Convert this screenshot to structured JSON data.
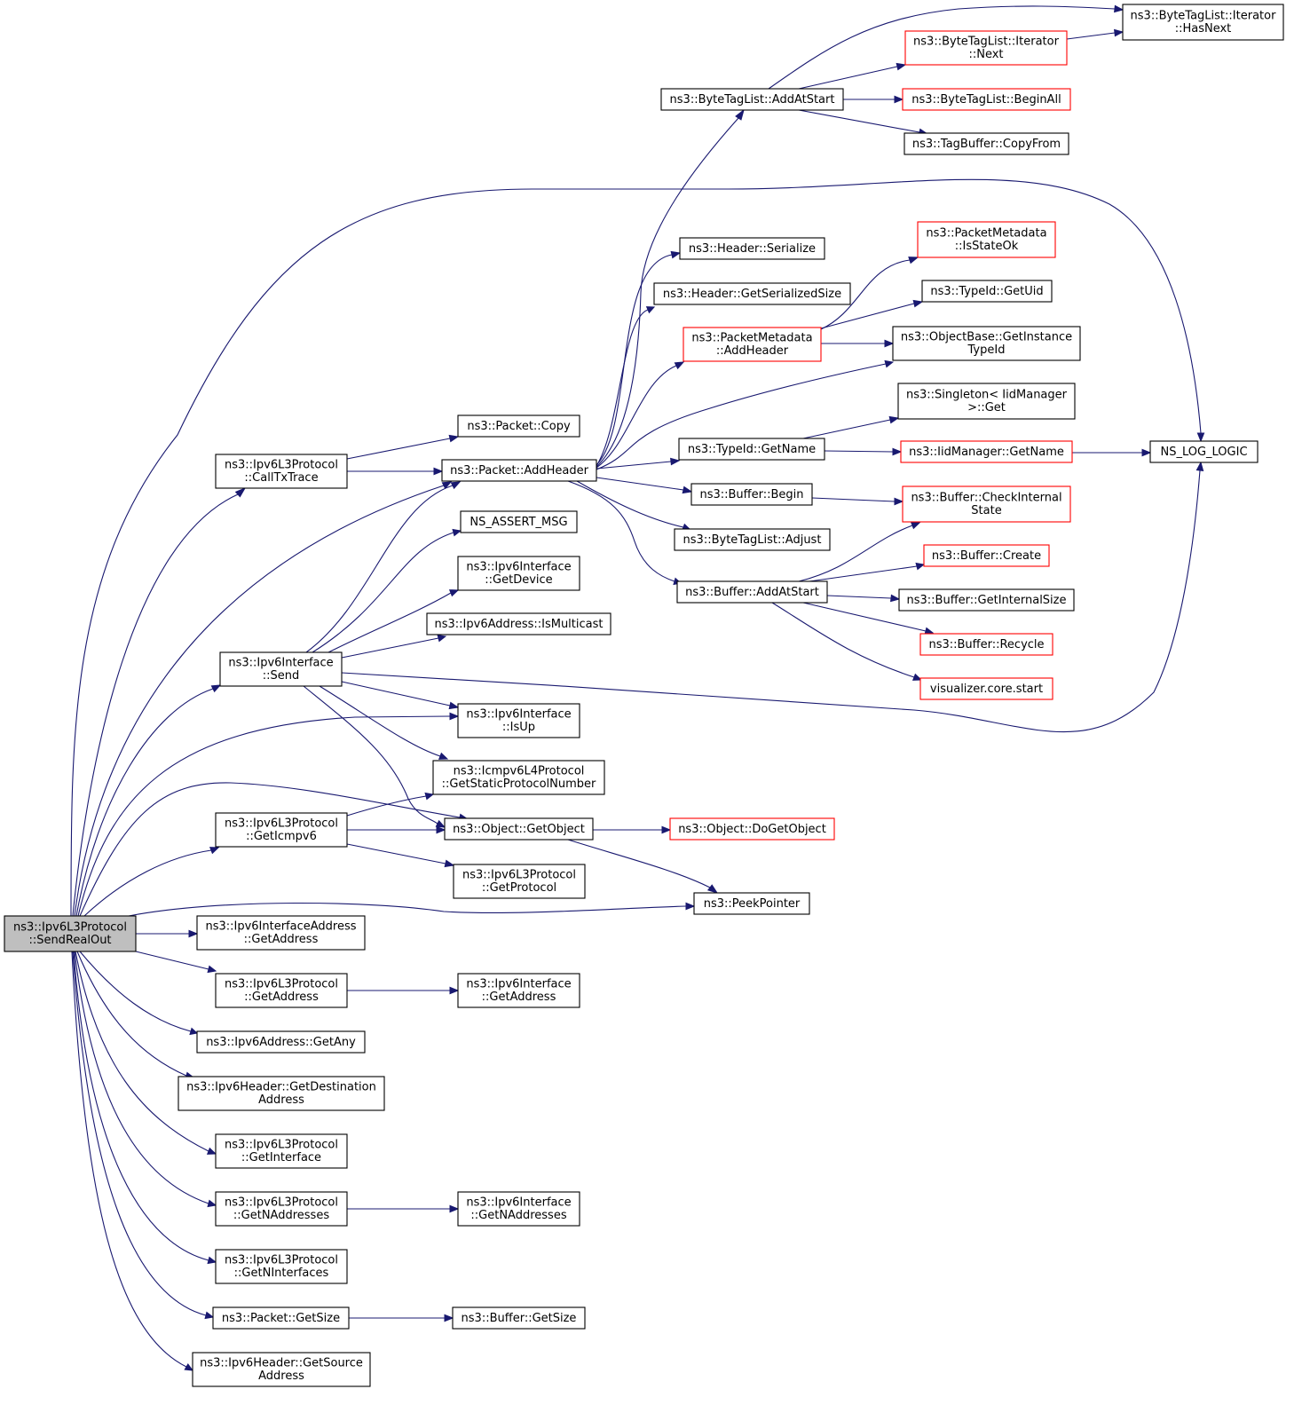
{
  "diagram": {
    "nodes": [
      {
        "id": "root",
        "lines": [
          "ns3::Ipv6L3Protocol",
          "::SendRealOut"
        ],
        "style": "root"
      },
      {
        "id": "callTxTrace",
        "lines": [
          "ns3::Ipv6L3Protocol",
          "::CallTxTrace"
        ],
        "style": "normal"
      },
      {
        "id": "ifSend",
        "lines": [
          "ns3::Ipv6Interface",
          "::Send"
        ],
        "style": "normal"
      },
      {
        "id": "getIcmpv6",
        "lines": [
          "ns3::Ipv6L3Protocol",
          "::GetIcmpv6"
        ],
        "style": "normal"
      },
      {
        "id": "ifAddrGetAddress",
        "lines": [
          "ns3::Ipv6InterfaceAddress",
          "::GetAddress"
        ],
        "style": "normal"
      },
      {
        "id": "l3GetAddress",
        "lines": [
          "ns3::Ipv6L3Protocol",
          "::GetAddress"
        ],
        "style": "normal"
      },
      {
        "id": "getAny",
        "lines": [
          "ns3::Ipv6Address::GetAny"
        ],
        "style": "normal"
      },
      {
        "id": "getDest",
        "lines": [
          "ns3::Ipv6Header::GetDestination",
          "Address"
        ],
        "style": "normal"
      },
      {
        "id": "getInterface",
        "lines": [
          "ns3::Ipv6L3Protocol",
          "::GetInterface"
        ],
        "style": "normal"
      },
      {
        "id": "l3GetNAddr",
        "lines": [
          "ns3::Ipv6L3Protocol",
          "::GetNAddresses"
        ],
        "style": "normal"
      },
      {
        "id": "getNIf",
        "lines": [
          "ns3::Ipv6L3Protocol",
          "::GetNInterfaces"
        ],
        "style": "normal"
      },
      {
        "id": "pktGetSize",
        "lines": [
          "ns3::Packet::GetSize"
        ],
        "style": "normal"
      },
      {
        "id": "getSrc",
        "lines": [
          "ns3::Ipv6Header::GetSource",
          "Address"
        ],
        "style": "normal"
      },
      {
        "id": "pktCopy",
        "lines": [
          "ns3::Packet::Copy"
        ],
        "style": "normal"
      },
      {
        "id": "addHeader",
        "lines": [
          "ns3::Packet::AddHeader"
        ],
        "style": "normal"
      },
      {
        "id": "assertMsg",
        "lines": [
          "NS_ASSERT_MSG"
        ],
        "style": "normal"
      },
      {
        "id": "ifGetDevice",
        "lines": [
          "ns3::Ipv6Interface",
          "::GetDevice"
        ],
        "style": "normal"
      },
      {
        "id": "isMulticast",
        "lines": [
          "ns3::Ipv6Address::IsMulticast"
        ],
        "style": "normal"
      },
      {
        "id": "ifIsUp",
        "lines": [
          "ns3::Ipv6Interface",
          "::IsUp"
        ],
        "style": "normal"
      },
      {
        "id": "icmpProto",
        "lines": [
          "ns3::Icmpv6L4Protocol",
          "::GetStaticProtocolNumber"
        ],
        "style": "normal"
      },
      {
        "id": "getObject",
        "lines": [
          "ns3::Object::GetObject"
        ],
        "style": "normal"
      },
      {
        "id": "getProtocol",
        "lines": [
          "ns3::Ipv6L3Protocol",
          "::GetProtocol"
        ],
        "style": "normal"
      },
      {
        "id": "ifGetAddress",
        "lines": [
          "ns3::Ipv6Interface",
          "::GetAddress"
        ],
        "style": "normal"
      },
      {
        "id": "ifGetNAddr",
        "lines": [
          "ns3::Ipv6Interface",
          "::GetNAddresses"
        ],
        "style": "normal"
      },
      {
        "id": "bufGetSize",
        "lines": [
          "ns3::Buffer::GetSize"
        ],
        "style": "normal"
      },
      {
        "id": "btlAddAtStart",
        "lines": [
          "ns3::ByteTagList::AddAtStart"
        ],
        "style": "normal"
      },
      {
        "id": "hdrSerialize",
        "lines": [
          "ns3::Header::Serialize"
        ],
        "style": "normal"
      },
      {
        "id": "hdrGetSerSize",
        "lines": [
          "ns3::Header::GetSerializedSize"
        ],
        "style": "normal"
      },
      {
        "id": "pmAddHeader",
        "lines": [
          "ns3::PacketMetadata",
          "::AddHeader"
        ],
        "style": "truncated"
      },
      {
        "id": "tidGetName",
        "lines": [
          "ns3::TypeId::GetName"
        ],
        "style": "normal"
      },
      {
        "id": "bufBegin",
        "lines": [
          "ns3::Buffer::Begin"
        ],
        "style": "normal"
      },
      {
        "id": "btlAdjust",
        "lines": [
          "ns3::ByteTagList::Adjust"
        ],
        "style": "normal"
      },
      {
        "id": "bufAddAtStart",
        "lines": [
          "ns3::Buffer::AddAtStart"
        ],
        "style": "normal"
      },
      {
        "id": "doGetObject",
        "lines": [
          "ns3::Object::DoGetObject"
        ],
        "style": "truncated"
      },
      {
        "id": "peekPointer",
        "lines": [
          "ns3::PeekPointer"
        ],
        "style": "normal"
      },
      {
        "id": "hasNext",
        "lines": [
          "ns3::ByteTagList::Iterator",
          "::HasNext"
        ],
        "style": "normal"
      },
      {
        "id": "iterNext",
        "lines": [
          "ns3::ByteTagList::Iterator",
          "::Next"
        ],
        "style": "truncated"
      },
      {
        "id": "beginAll",
        "lines": [
          "ns3::ByteTagList::BeginAll"
        ],
        "style": "truncated"
      },
      {
        "id": "copyFrom",
        "lines": [
          "ns3::TagBuffer::CopyFrom"
        ],
        "style": "normal"
      },
      {
        "id": "isStateOk",
        "lines": [
          "ns3::PacketMetadata",
          "::IsStateOk"
        ],
        "style": "truncated"
      },
      {
        "id": "getUid",
        "lines": [
          "ns3::TypeId::GetUid"
        ],
        "style": "normal"
      },
      {
        "id": "getInstTid",
        "lines": [
          "ns3::ObjectBase::GetInstance",
          "TypeId"
        ],
        "style": "normal"
      },
      {
        "id": "singletonGet",
        "lines": [
          "ns3::Singleton< IidManager",
          ">::Get"
        ],
        "style": "normal"
      },
      {
        "id": "iidGetName",
        "lines": [
          "ns3::IidManager::GetName"
        ],
        "style": "truncated"
      },
      {
        "id": "checkInternal",
        "lines": [
          "ns3::Buffer::CheckInternal",
          "State"
        ],
        "style": "truncated"
      },
      {
        "id": "bufCreate",
        "lines": [
          "ns3::Buffer::Create"
        ],
        "style": "truncated"
      },
      {
        "id": "bufGetInternalSize",
        "lines": [
          "ns3::Buffer::GetInternalSize"
        ],
        "style": "normal"
      },
      {
        "id": "bufRecycle",
        "lines": [
          "ns3::Buffer::Recycle"
        ],
        "style": "truncated"
      },
      {
        "id": "visStart",
        "lines": [
          "visualizer.core.start"
        ],
        "style": "truncated"
      },
      {
        "id": "logLogic",
        "lines": [
          "NS_LOG_LOGIC"
        ],
        "style": "normal"
      }
    ],
    "edges": [
      [
        "root",
        "logLogic"
      ],
      [
        "root",
        "callTxTrace"
      ],
      [
        "root",
        "addHeader"
      ],
      [
        "root",
        "ifSend"
      ],
      [
        "root",
        "ifIsUp"
      ],
      [
        "root",
        "getObject"
      ],
      [
        "root",
        "getIcmpv6"
      ],
      [
        "root",
        "peekPointer"
      ],
      [
        "root",
        "ifAddrGetAddress"
      ],
      [
        "root",
        "l3GetAddress"
      ],
      [
        "root",
        "getAny"
      ],
      [
        "root",
        "getDest"
      ],
      [
        "root",
        "getInterface"
      ],
      [
        "root",
        "l3GetNAddr"
      ],
      [
        "root",
        "getNIf"
      ],
      [
        "root",
        "pktGetSize"
      ],
      [
        "root",
        "getSrc"
      ],
      [
        "callTxTrace",
        "pktCopy"
      ],
      [
        "callTxTrace",
        "addHeader"
      ],
      [
        "ifSend",
        "addHeader"
      ],
      [
        "ifSend",
        "assertMsg"
      ],
      [
        "ifSend",
        "ifGetDevice"
      ],
      [
        "ifSend",
        "isMulticast"
      ],
      [
        "ifSend",
        "ifIsUp"
      ],
      [
        "ifSend",
        "icmpProto"
      ],
      [
        "ifSend",
        "getObject"
      ],
      [
        "ifSend",
        "logLogic"
      ],
      [
        "getIcmpv6",
        "icmpProto"
      ],
      [
        "getIcmpv6",
        "getObject"
      ],
      [
        "getIcmpv6",
        "getProtocol"
      ],
      [
        "l3GetAddress",
        "ifGetAddress"
      ],
      [
        "l3GetNAddr",
        "ifGetNAddr"
      ],
      [
        "pktGetSize",
        "bufGetSize"
      ],
      [
        "addHeader",
        "btlAddAtStart"
      ],
      [
        "addHeader",
        "hdrSerialize"
      ],
      [
        "addHeader",
        "hdrGetSerSize"
      ],
      [
        "addHeader",
        "pmAddHeader"
      ],
      [
        "addHeader",
        "getInstTid"
      ],
      [
        "addHeader",
        "tidGetName"
      ],
      [
        "addHeader",
        "bufBegin"
      ],
      [
        "addHeader",
        "btlAdjust"
      ],
      [
        "addHeader",
        "bufAddAtStart"
      ],
      [
        "getObject",
        "doGetObject"
      ],
      [
        "getObject",
        "peekPointer"
      ],
      [
        "btlAddAtStart",
        "hasNext"
      ],
      [
        "btlAddAtStart",
        "iterNext"
      ],
      [
        "btlAddAtStart",
        "beginAll"
      ],
      [
        "btlAddAtStart",
        "copyFrom"
      ],
      [
        "iterNext",
        "hasNext"
      ],
      [
        "pmAddHeader",
        "isStateOk"
      ],
      [
        "pmAddHeader",
        "getUid"
      ],
      [
        "pmAddHeader",
        "getInstTid"
      ],
      [
        "tidGetName",
        "singletonGet"
      ],
      [
        "tidGetName",
        "iidGetName"
      ],
      [
        "iidGetName",
        "logLogic"
      ],
      [
        "bufBegin",
        "checkInternal"
      ],
      [
        "bufAddAtStart",
        "checkInternal"
      ],
      [
        "bufAddAtStart",
        "bufCreate"
      ],
      [
        "bufAddAtStart",
        "bufGetInternalSize"
      ],
      [
        "bufAddAtStart",
        "bufRecycle"
      ],
      [
        "bufAddAtStart",
        "visStart"
      ]
    ],
    "colors": {
      "edge": "#191970",
      "node_border": "#000000",
      "truncated_border": "#ff0000",
      "root_fill": "#bfbfbf",
      "node_fill": "#ffffff"
    }
  }
}
